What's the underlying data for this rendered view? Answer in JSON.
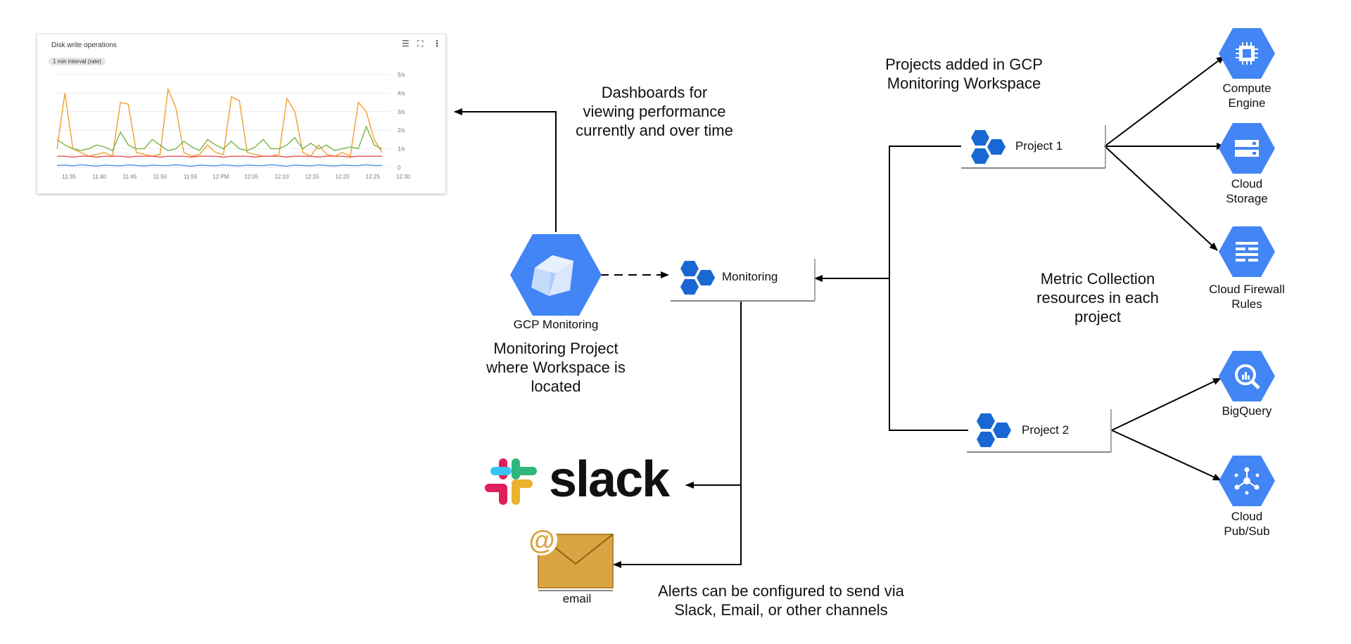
{
  "dashboard": {
    "title": "Disk write operations",
    "interval_chip": "1 min interval (rate)",
    "list_icon": "list-icon",
    "fullscreen_icon": "fullscreen-icon",
    "more_icon": "more-vert-icon"
  },
  "chart_data": {
    "type": "line",
    "title": "Disk write operations",
    "xlabel": "",
    "ylabel": "",
    "x": [
      "11:35",
      "11:40",
      "11:45",
      "11:50",
      "11:55",
      "12 PM",
      "12:05",
      "12:10",
      "12:15",
      "12:20",
      "12:25",
      "12:30"
    ],
    "y_ticks": [
      "0",
      "1/s",
      "2/s",
      "3/s",
      "4/s",
      "5/s"
    ],
    "ylim": [
      0,
      5
    ],
    "grid": true,
    "series": [
      {
        "color": "#f29f2b",
        "values": [
          1.0,
          4.0,
          1.0,
          0.8,
          0.6,
          0.7,
          0.8,
          0.6,
          3.5,
          3.4,
          0.8,
          0.7,
          0.6,
          0.7,
          4.2,
          3.2,
          0.8,
          0.6,
          0.7,
          1.2,
          0.8,
          0.7,
          3.8,
          3.6,
          0.8,
          0.7,
          0.6,
          0.6,
          0.7,
          3.7,
          3.0,
          0.8,
          0.6,
          1.2,
          0.7,
          0.6,
          0.8,
          0.6,
          3.5,
          3.0,
          1.5,
          0.8
        ]
      },
      {
        "color": "#7cb342",
        "values": [
          1.5,
          1.2,
          1.0,
          0.9,
          1.0,
          1.2,
          1.1,
          0.9,
          1.9,
          1.2,
          1.0,
          1.0,
          1.5,
          1.2,
          0.9,
          1.0,
          1.4,
          1.1,
          0.9,
          1.5,
          1.2,
          1.0,
          1.4,
          1.0,
          0.9,
          1.1,
          1.5,
          1.0,
          1.0,
          1.2,
          1.6,
          1.0,
          1.3,
          1.0,
          1.2,
          0.9,
          1.0,
          1.1,
          1.0,
          2.2,
          1.2,
          1.0
        ]
      },
      {
        "color": "#ef5350",
        "values": [
          0.6,
          0.6,
          0.55,
          0.6,
          0.6,
          0.55,
          0.6,
          0.6,
          0.6,
          0.55,
          0.6,
          0.6,
          0.6,
          0.55,
          0.6,
          0.6,
          0.6,
          0.55,
          0.6,
          0.6,
          0.6,
          0.55,
          0.6,
          0.6,
          0.6,
          0.55,
          0.6,
          0.6,
          0.6,
          0.55,
          0.6,
          0.6,
          0.6,
          0.55,
          0.6,
          0.6,
          0.6,
          0.55,
          0.6,
          0.6,
          0.6,
          0.6
        ]
      },
      {
        "color": "#4a90e2",
        "values": [
          0.1,
          0.12,
          0.08,
          0.14,
          0.1,
          0.06,
          0.12,
          0.1,
          0.08,
          0.13,
          0.1,
          0.07,
          0.12,
          0.1,
          0.09,
          0.14,
          0.1,
          0.06,
          0.12,
          0.1,
          0.08,
          0.13,
          0.1,
          0.07,
          0.12,
          0.1,
          0.09,
          0.14,
          0.1,
          0.06,
          0.12,
          0.1,
          0.08,
          0.13,
          0.1,
          0.07,
          0.12,
          0.1,
          0.09,
          0.14,
          0.1,
          0.1
        ]
      }
    ]
  },
  "labels": {
    "dashboards_caption": [
      "Dashboards  for",
      "viewing performance",
      "currently and over time"
    ],
    "gcp_monitoring": "GCP Monitoring",
    "monitoring_project": [
      "Monitoring Project",
      "where Workspace is",
      "located"
    ],
    "monitoring": "Monitoring",
    "projects_added": [
      "Projects added in GCP",
      "Monitoring Workspace"
    ],
    "project1": "Project 1",
    "project2": "Project 2",
    "metric_collection": [
      "Metric Collection",
      "resources in each",
      "project"
    ],
    "compute_engine": [
      "Compute",
      "Engine"
    ],
    "cloud_storage": [
      "Cloud",
      "Storage"
    ],
    "cloud_firewall": [
      "Cloud Firewall",
      "Rules"
    ],
    "bigquery": "BigQuery",
    "pubsub": [
      "Cloud",
      "Pub/Sub"
    ],
    "slack": "slack",
    "email": "email",
    "alerts_caption": [
      "Alerts can be configured to send via",
      "Slack, Email, or other channels"
    ]
  },
  "colors": {
    "gcp_blue": "#4285f4",
    "hex_dark_blue": "#1967d2",
    "email_gold": "#d9a441",
    "slack_blue": "#36c5f0",
    "slack_green": "#2eb67d",
    "slack_red": "#e01e5a",
    "slack_yellow": "#ecb22e"
  }
}
